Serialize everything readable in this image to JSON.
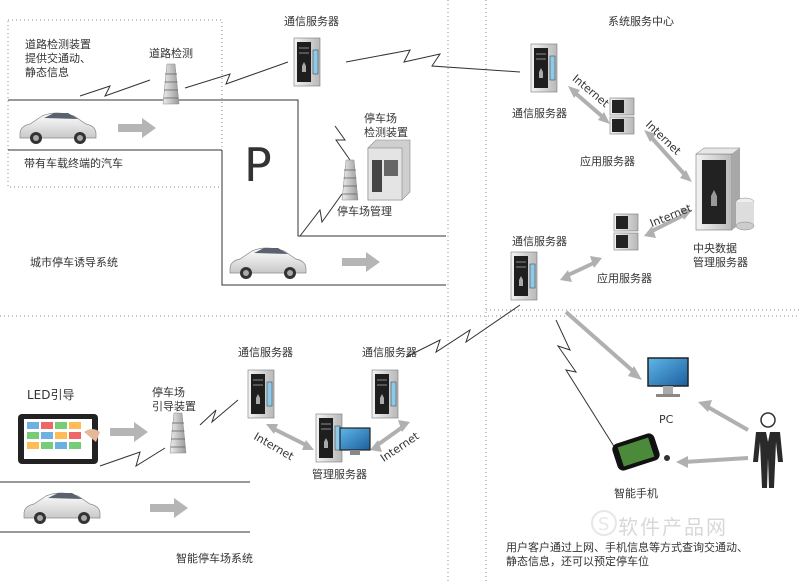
{
  "region_labels": {
    "road_detector_desc": "道路检测装置\n提供交通动、\n静态信息",
    "road_detection": "道路检测",
    "car_terminal": "带有车载终端的汽车",
    "parking_lot_detector": "停车场\n检测装置",
    "parking_lot_mgmt": "停车场管理",
    "city_parking_system": "城市停车诱导系统",
    "system_service_center": "系统服务中心",
    "comm_server": "通信服务器",
    "app_server": "应用服务器",
    "central_db": "中央数据\n管理服务器",
    "led_guide": "LED引导",
    "parking_guide_device": "停车场\n引导装置",
    "mgmt_server": "管理服务器",
    "smart_parking_system": "智能停车场系统",
    "pc": "PC",
    "smartphone": "智能手机",
    "user_desc": "用户客户通过上网、手机信息等方式查询交通动、\n静态信息，还可以预定停车位",
    "internet": "Internet",
    "parking_sign": "P",
    "watermark": "软件产品网"
  },
  "colors": {
    "arrow_gray": "#b8b8b8",
    "server_dark": "#2a2a2a",
    "server_light": "#dcdcdc",
    "line": "#333333",
    "dotted": "#888888"
  }
}
